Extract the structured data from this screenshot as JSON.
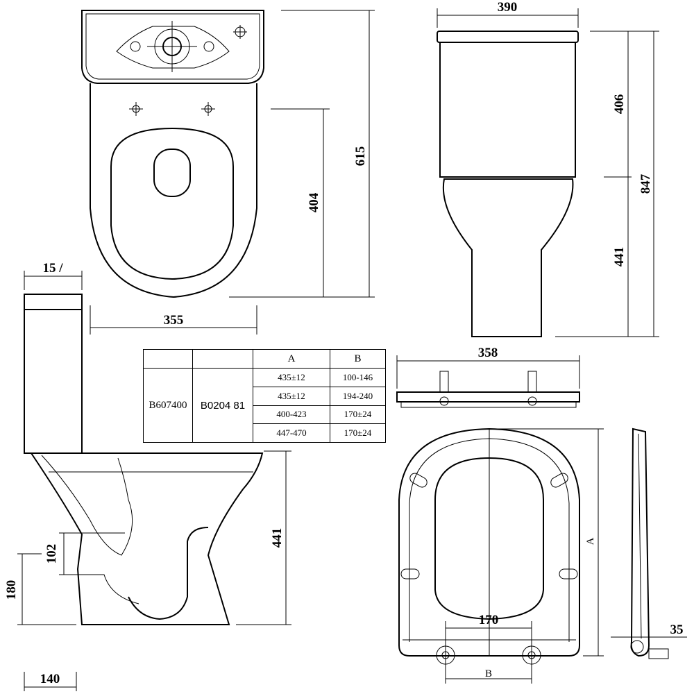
{
  "dimensions": {
    "top_view_width": "355",
    "top_view_depth": "615",
    "top_view_center": "404",
    "front_width": "390",
    "cistern_height": "406",
    "total_height": "847",
    "pan_height_front": "441",
    "pan_height_side": "441",
    "cistern_offset": "15 /",
    "outlet_height": "180",
    "outlet_diameter": "102",
    "outlet_depth": "140",
    "hinge_width": "358",
    "seat_hinge_spacing": "170",
    "seat_length_label": "A",
    "seat_hinge_label": "B",
    "seat_thickness": "35"
  },
  "table": {
    "headers": [
      "",
      "",
      "A",
      "B"
    ],
    "model": "B607400",
    "seat_code": "B0204 81",
    "rows": [
      {
        "a": "435±12",
        "b": "100-146"
      },
      {
        "a": "435±12",
        "b": "194-240"
      },
      {
        "a": "400-423",
        "b": "170±24"
      },
      {
        "a": "447-470",
        "b": "170±24"
      }
    ]
  }
}
